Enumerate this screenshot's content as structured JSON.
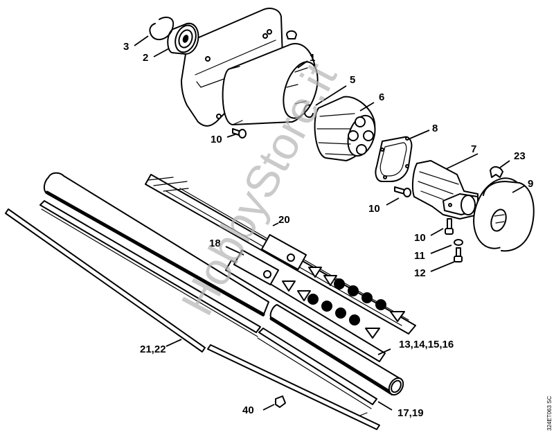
{
  "diagram": {
    "type": "exploded parts diagram",
    "drawing_code": "324ET063 SC",
    "watermark": "HobbyStore.it",
    "callouts": {
      "c1": "1",
      "c2": "2",
      "c3": "3",
      "c5": "5",
      "c6": "6",
      "c7": "7",
      "c8": "8",
      "c9": "9",
      "c10a": "10",
      "c10b": "10",
      "c10c": "10",
      "c11": "11",
      "c12": "12",
      "c13": "13,14,15,16",
      "c17": "17,19",
      "c18": "18",
      "c20": "20",
      "c21": "21,22",
      "c23": "23",
      "c40": "40"
    },
    "parts": [
      {
        "callout": "1",
        "depicts": "gear housing flange with tube socket"
      },
      {
        "callout": "2",
        "depicts": "ball bearing"
      },
      {
        "callout": "3",
        "depicts": "circlip"
      },
      {
        "callout": "5",
        "depicts": "retaining ring"
      },
      {
        "callout": "6",
        "depicts": "rubber coupling sleeve"
      },
      {
        "callout": "7",
        "depicts": "clamp / handle mount"
      },
      {
        "callout": "8",
        "depicts": "gasket"
      },
      {
        "callout": "9",
        "depicts": "drum / guard cap"
      },
      {
        "callout": "10",
        "depicts": "screw"
      },
      {
        "callout": "11",
        "depicts": "washer"
      },
      {
        "callout": "12",
        "depicts": "screw"
      },
      {
        "callout": "13,14,15,16",
        "depicts": "drive tube"
      },
      {
        "callout": "17,19",
        "depicts": "liner / shaft guide"
      },
      {
        "callout": "18",
        "depicts": "warning label"
      },
      {
        "callout": "20",
        "depicts": "label set"
      },
      {
        "callout": "21,22",
        "depicts": "drive shaft"
      },
      {
        "callout": "23",
        "depicts": "clip"
      },
      {
        "callout": "40",
        "depicts": "plug"
      }
    ]
  }
}
